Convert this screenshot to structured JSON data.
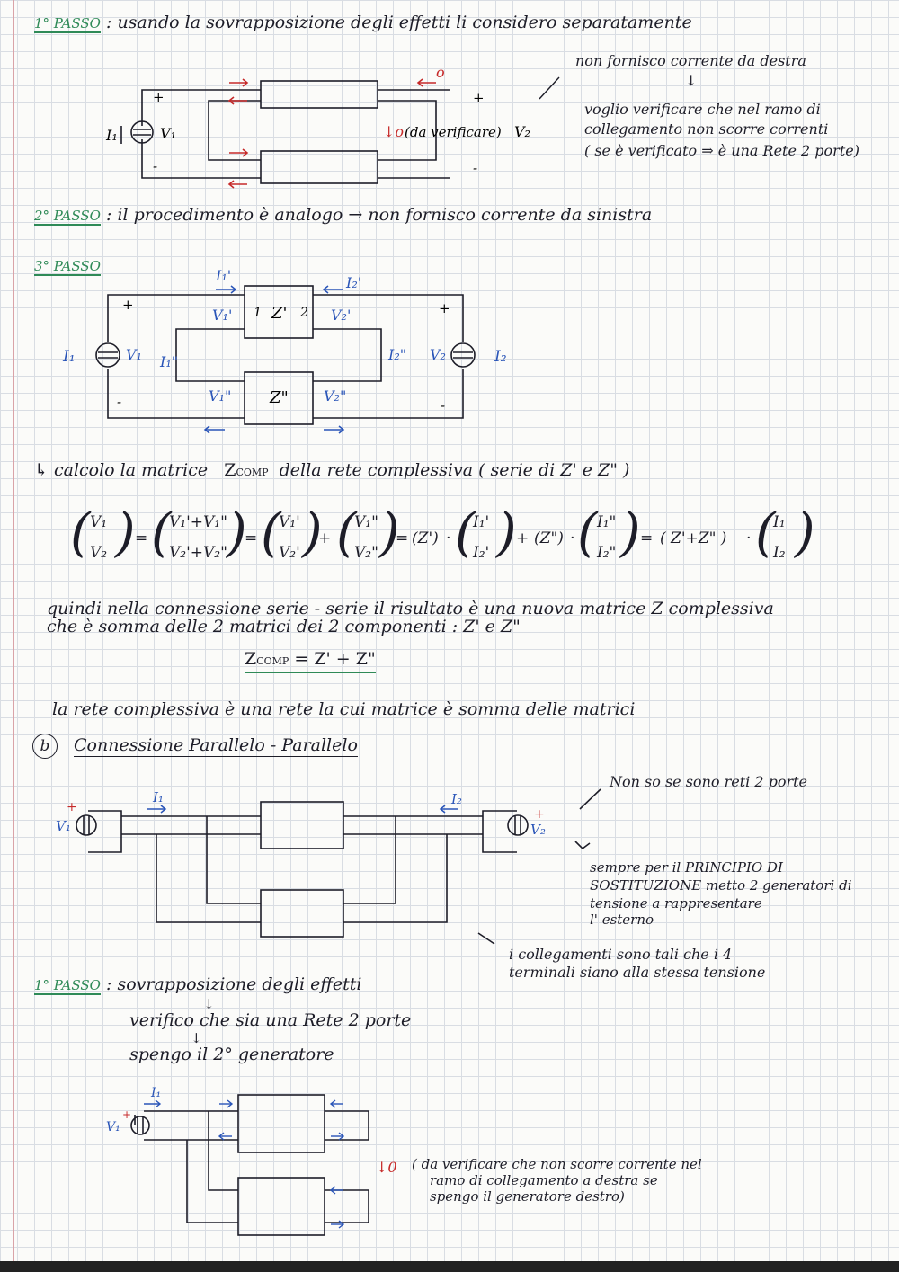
{
  "steps": {
    "s1_label": "1° PASSO",
    "s1_text": ": usando la sovrapposizione degli effetti li considero separatamente",
    "s2_label": "2° PASSO",
    "s2_text": ": il procedimento è analogo → non fornisco corrente da sinistra",
    "s3_label": "3° PASSO"
  },
  "notes": {
    "no_current_right": "non fornisco corrente da destra",
    "verify_1": "voglio verificare che nel ramo di",
    "verify_2": "collegamento non scorre correnti",
    "verify_3": "( se è verificato ⇒ è una Rete 2 porte)",
    "to_verify": "(da verificare)",
    "calc": "↳ calcolo la matrice",
    "calc_rest": "della rete complessiva ( serie di Z' e Z\" )",
    "zcomp_symbol": "Z",
    "zcomp_sub": "COMP",
    "quindi_1": "quindi nella connessione serie - serie il risultato è una nuova matrice Z complessiva",
    "quindi_2": "che è somma delle 2 matrici dei 2 componenti : Z' e Z\"",
    "zcomp_eq": "= Z' + Z\"",
    "rete_sum": "la rete complessiva è una rete la cui matrice è somma delle matrici",
    "b_label": "b",
    "b_title": "Connessione Parallelo - Parallelo",
    "not_sure": "Non so se sono reti 2 porte",
    "subst_1": "sempre per il PRINCIPIO DI",
    "subst_2": "SOSTITUZIONE metto 2 generatori di",
    "subst_3": "tensione a rappresentare",
    "subst_4": "l' esterno",
    "links_1": "i collegamenti sono tali che i 4",
    "links_2": "terminali siano alla stessa tensione",
    "p1_label": "1° PASSO",
    "p1_text": ":   sovrapposizione degli effetti",
    "p1_verify": "verifico che sia una Rete 2 porte",
    "p1_off": "spengo il 2° generatore",
    "final_1": "( da verificare che non scorre corrente nel",
    "final_2": "ramo di collegamento a destra se",
    "final_3": "spengo il generatore destro)"
  },
  "circuit_labels": {
    "I1": "I₁",
    "V1": "V₁",
    "V2": "V₂",
    "I2": "I₂",
    "I1p": "I₁'",
    "I2p": "I₂'",
    "I1pp": "I₁\"",
    "I2pp": "I₂\"",
    "V1p": "V₁'",
    "V2p": "V₂'",
    "V1pp": "V₁\"",
    "V2pp": "V₂\"",
    "Zp": "Z'",
    "Zpp": "Z\"",
    "port1": "1",
    "port2": "2",
    "plus": "+",
    "minus": "-",
    "zero": "↓0",
    "zero_arrow": "←0"
  },
  "matrix": {
    "V1": "V₁",
    "V2": "V₂",
    "a1": "V₁'+V₁\"",
    "a2": "V₂'+V₂\"",
    "b1": "V₁'",
    "b2": "V₂'",
    "c1": "V₁\"",
    "c2": "V₂\"",
    "zp": "(Z')",
    "zpp": "(Z\")",
    "zsum": "( Z'+Z\" )",
    "i1p": "I₁'",
    "i2p": "I₂'",
    "i1pp": "I₁\"",
    "i2pp": "I₂\"",
    "I1": "I₁",
    "I2": "I₂",
    "eq": "=",
    "plus": "+",
    "dot": "·"
  }
}
